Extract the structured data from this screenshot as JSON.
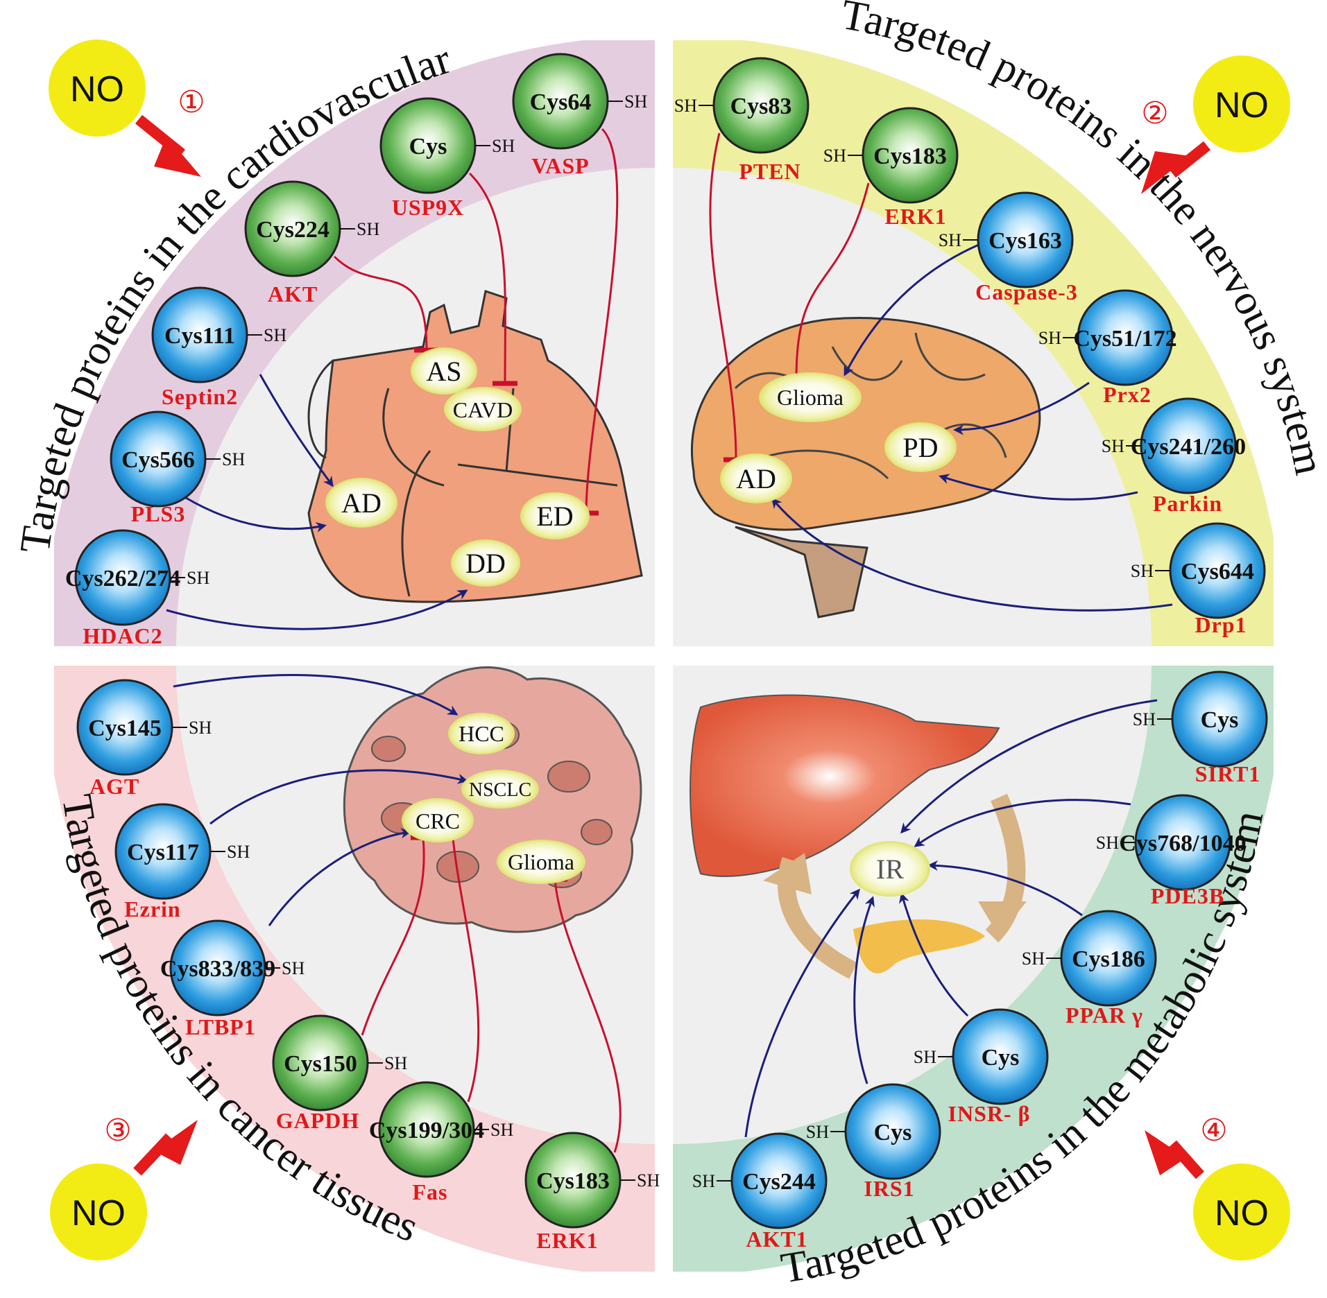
{
  "quadrants": {
    "cardiovascular": {
      "title": "Targeted proteins in the cardiovascular",
      "number": "①",
      "no_label": "NO",
      "proteins": [
        {
          "name": "AKT",
          "cys": "Cys224",
          "sh": "SH",
          "type": "inhibit",
          "target": "AS"
        },
        {
          "name": "USP9X",
          "cys": "Cys",
          "sh": "SH",
          "type": "inhibit",
          "target": "CAVD"
        },
        {
          "name": "VASP",
          "cys": "Cys64",
          "sh": "SH",
          "type": "inhibit",
          "target": "ED"
        },
        {
          "name": "Septin2",
          "cys": "Cys111",
          "sh": "SH",
          "type": "activate",
          "target": "AD"
        },
        {
          "name": "PLS3",
          "cys": "Cys566",
          "sh": "SH",
          "type": "activate",
          "target": "AD"
        },
        {
          "name": "HDAC2",
          "cys": "Cys262/274",
          "sh": "SH",
          "type": "activate",
          "target": "DD"
        }
      ],
      "diseases": [
        "AS",
        "CAVD",
        "AD",
        "ED",
        "DD"
      ]
    },
    "nervous": {
      "title": "Targeted proteins in the nervous system",
      "number": "②",
      "no_label": "NO",
      "proteins": [
        {
          "name": "PTEN",
          "cys": "Cys83",
          "sh": "SH",
          "type": "inhibit",
          "target": "AD"
        },
        {
          "name": "ERK1",
          "cys": "Cys183",
          "sh": "SH",
          "type": "inhibit",
          "target": "Glioma"
        },
        {
          "name": "Caspase-3",
          "cys": "Cys163",
          "sh": "SH",
          "type": "activate",
          "target": "Glioma"
        },
        {
          "name": "Prx2",
          "cys": "Cys51/172",
          "sh": "SH",
          "type": "activate",
          "target": "PD"
        },
        {
          "name": "Parkin",
          "cys": "Cys241/260",
          "sh": "SH",
          "type": "activate",
          "target": "PD"
        },
        {
          "name": "Drp1",
          "cys": "Cys644",
          "sh": "SH",
          "type": "activate",
          "target": "AD"
        }
      ],
      "diseases": [
        "Glioma",
        "PD",
        "AD"
      ]
    },
    "cancer": {
      "title": "Targeted proteins in cancer tissues",
      "number": "③",
      "no_label": "NO",
      "proteins": [
        {
          "name": "AGT",
          "cys": "Cys145",
          "sh": "SH",
          "type": "activate",
          "target": "HCC"
        },
        {
          "name": "Ezrin",
          "cys": "Cys117",
          "sh": "SH",
          "type": "activate",
          "target": "NSCLC"
        },
        {
          "name": "LTBP1",
          "cys": "Cys833/839",
          "sh": "SH",
          "type": "activate",
          "target": "CRC"
        },
        {
          "name": "GAPDH",
          "cys": "Cys150",
          "sh": "SH",
          "type": "inhibit",
          "target": "CRC"
        },
        {
          "name": "Fas",
          "cys": "Cys199/304",
          "sh": "SH",
          "type": "inhibit",
          "target": "CRC"
        },
        {
          "name": "ERK1",
          "cys": "Cys183",
          "sh": "SH",
          "type": "inhibit",
          "target": "Glioma"
        }
      ],
      "diseases": [
        "HCC",
        "NSCLC",
        "CRC",
        "Glioma"
      ]
    },
    "metabolic": {
      "title": "Targeted proteins in the metabolic system",
      "number": "④",
      "no_label": "NO",
      "proteins": [
        {
          "name": "SIRT1",
          "cys": "Cys",
          "sh": "SH",
          "type": "activate",
          "target": "IR"
        },
        {
          "name": "PDE3B",
          "cys": "Cys768/1040",
          "sh": "SH",
          "type": "activate",
          "target": "IR"
        },
        {
          "name": "PPAR γ",
          "cys": "Cys186",
          "sh": "SH",
          "type": "activate",
          "target": "IR"
        },
        {
          "name": "INSR- β",
          "cys": "Cys",
          "sh": "SH",
          "type": "activate",
          "target": "IR"
        },
        {
          "name": "IRS1",
          "cys": "Cys",
          "sh": "SH",
          "type": "activate",
          "target": "IR"
        },
        {
          "name": "AKT1",
          "cys": "Cys244",
          "sh": "SH",
          "type": "activate",
          "target": "IR"
        }
      ],
      "diseases": [
        "IR"
      ]
    }
  },
  "colors": {
    "cardio_band": "#e5cde0",
    "nervous_band": "#eef0a0",
    "cancer_band": "#f7d5d8",
    "metabolic_band": "#bfe0cc",
    "inner": "#efefef",
    "protein_label": "#e01818",
    "activate_arrow": "#1a1f7a",
    "inhibit_line": "#c8102e",
    "no_circle": "#f3ec14",
    "green_node": "#4fa84a",
    "blue_node": "#2a9de0"
  }
}
